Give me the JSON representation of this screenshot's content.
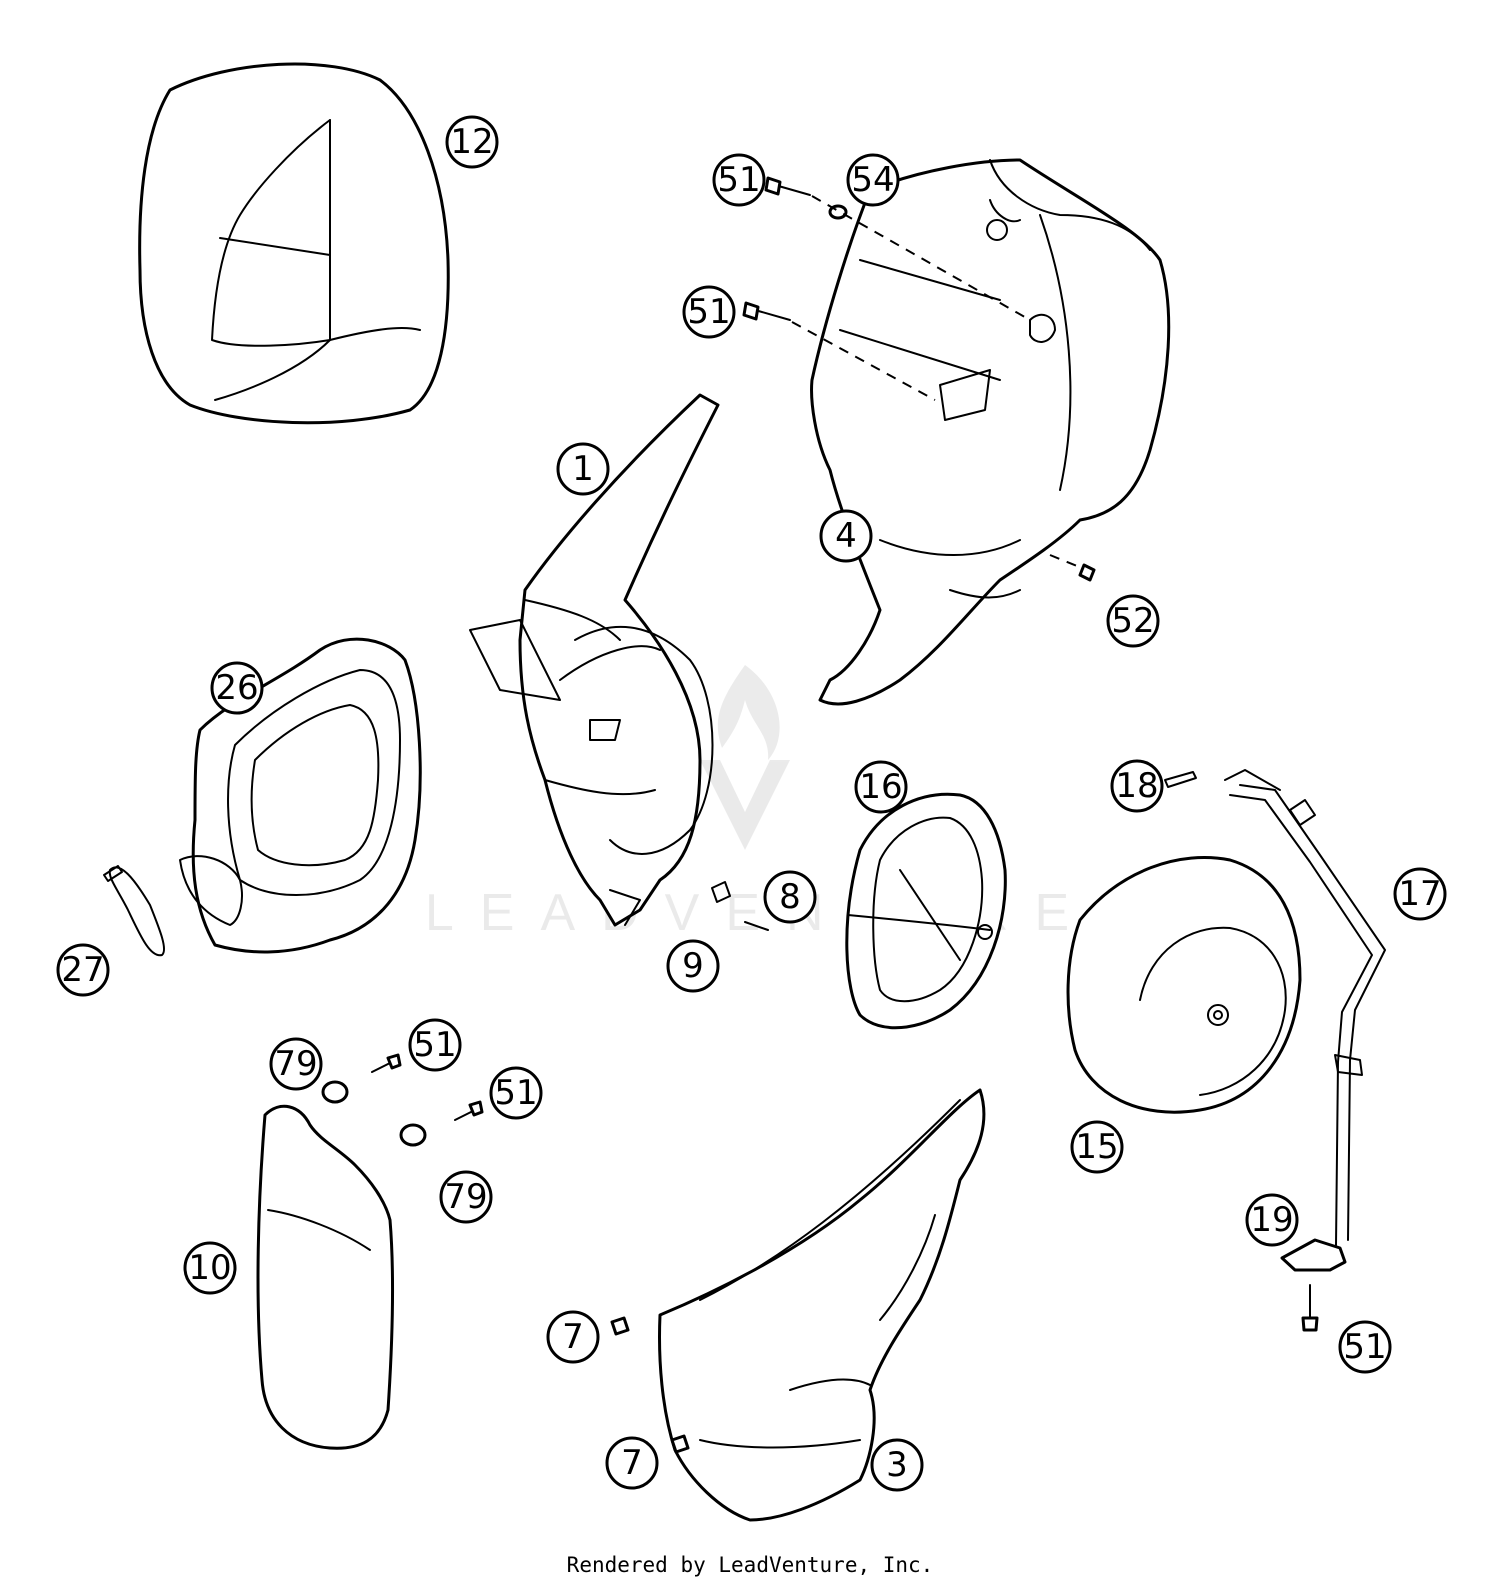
{
  "diagram": {
    "callouts": [
      "1",
      "3",
      "4",
      "7",
      "7",
      "8",
      "9",
      "10",
      "12",
      "15",
      "16",
      "17",
      "18",
      "19",
      "26",
      "27",
      "51",
      "51",
      "51",
      "51",
      "51",
      "54",
      "52",
      "79",
      "79"
    ],
    "watermark_text": "LEADVENTURE",
    "footer": "Rendered by LeadVenture, Inc."
  }
}
